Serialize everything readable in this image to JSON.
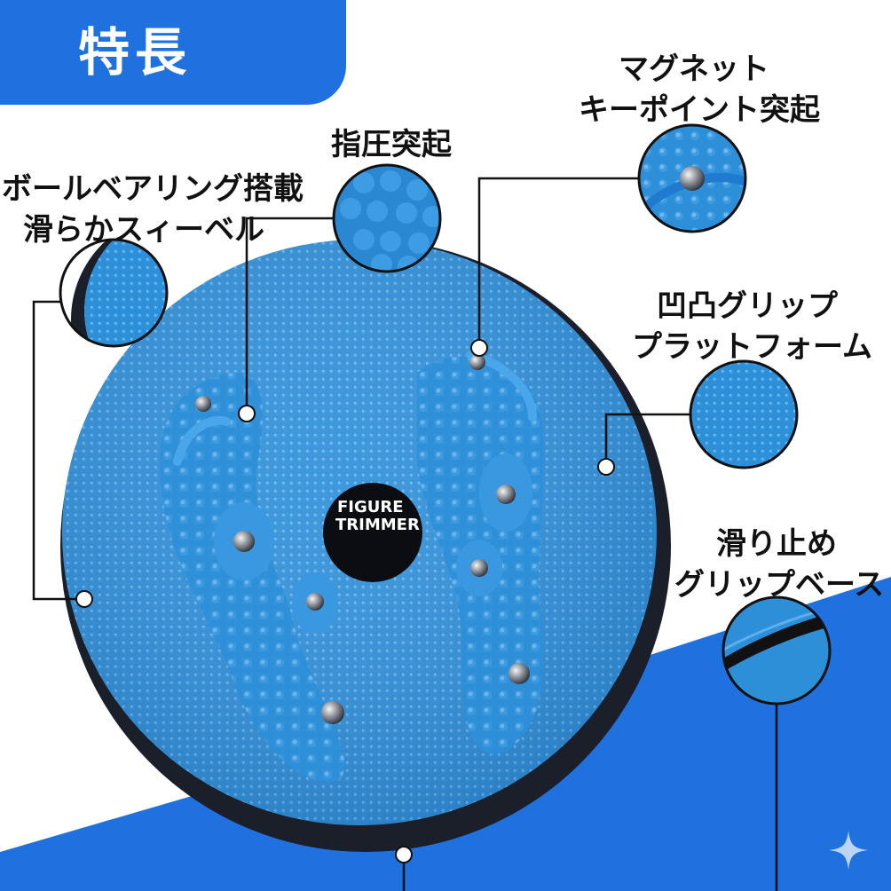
{
  "header": {
    "title": "特長"
  },
  "features": [
    {
      "id": "shiatsu",
      "line1": "指圧突起"
    },
    {
      "id": "magnet",
      "line1": "マグネット",
      "line2": "キーポイント突起"
    },
    {
      "id": "bearing",
      "line1": "ボールベアリング搭載",
      "line2": "滑らかスィーベル"
    },
    {
      "id": "grip",
      "line1": "凹凸グリップ",
      "line2": "プラットフォーム"
    },
    {
      "id": "nonslip",
      "line1": "滑り止め",
      "line2": "グリップベース"
    }
  ],
  "product": {
    "logo_line1": "FIGURE",
    "logo_line2": "TRIMMER"
  },
  "colors": {
    "brand_blue": "#1f71e0",
    "disc_blue": "#2d8fd8",
    "base_black": "#1b1f2a"
  },
  "icons": {
    "corner": "sparkle-icon"
  }
}
